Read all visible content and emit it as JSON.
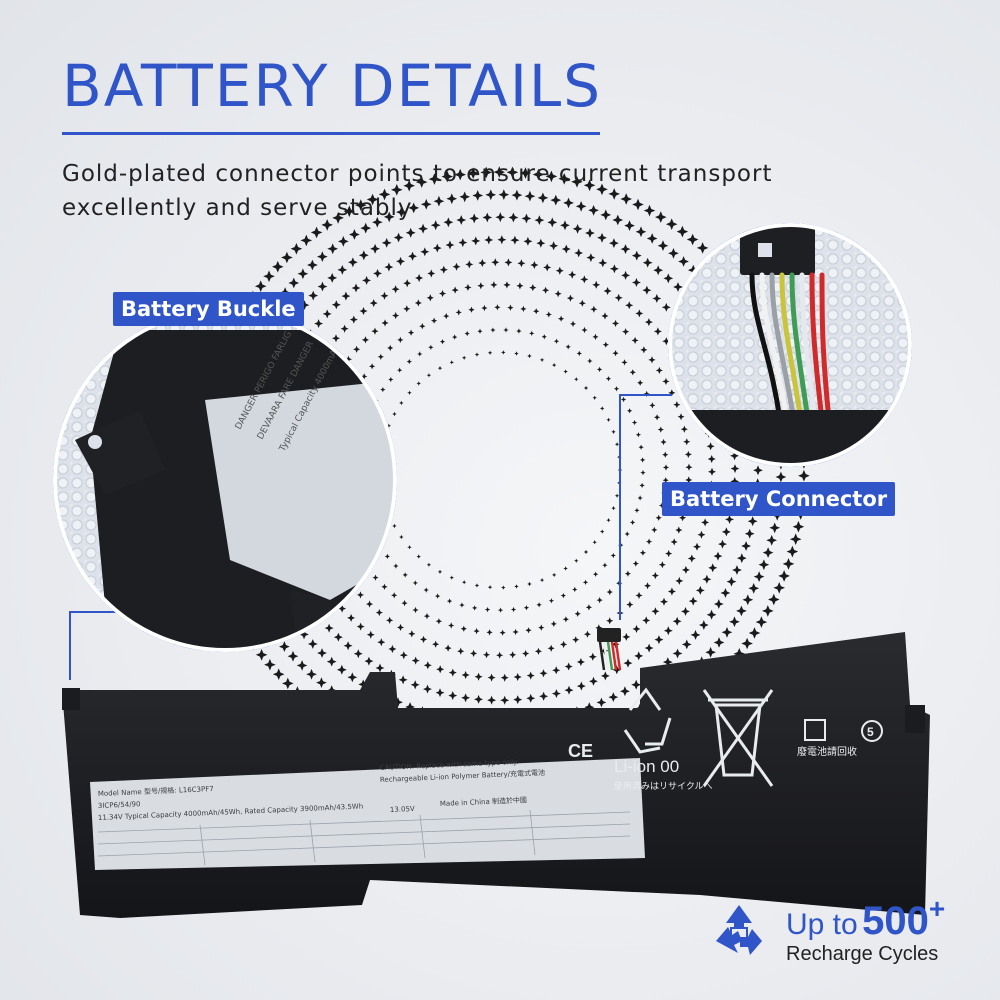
{
  "header": {
    "title": "BATTERY DETAILS",
    "subtitle_line1": "Gold-plated connector points to ensure current transport",
    "subtitle_line2": "excellently and serve stably"
  },
  "callouts": {
    "buckle_label": "Battery Buckle",
    "connector_label": "Battery Connector"
  },
  "battery_label": {
    "model_name": "Model Name 型号/規格: L16C3PF7",
    "cell": "3ICP6/54/90",
    "capacity": "11.34V Typical Capacity 4000mAh/45Wh, Rated Capacity 3900mAh/43.5Wh",
    "rechargeable": "Rechargeable Li-ion Polymer Battery/充電式電池",
    "caution": "CAUTION: Replace with same type only.",
    "made_in": "Made in China 制造於中國",
    "voltage": "13.05V",
    "li_ion": "Li-ion 00",
    "jp_recycle": "使用済みはリサイクルへ",
    "cn_recycle": "廢電池請回收",
    "ce_mark": "CE",
    "number_badge": "5"
  },
  "recycle": {
    "prefix": "Up to",
    "count": "500",
    "plus": "+",
    "caption": "Recharge Cycles"
  },
  "colors": {
    "brand_blue": "#2f55c8",
    "battery_black": "#1b1c1f",
    "label_sticker": "#d9dde2"
  }
}
